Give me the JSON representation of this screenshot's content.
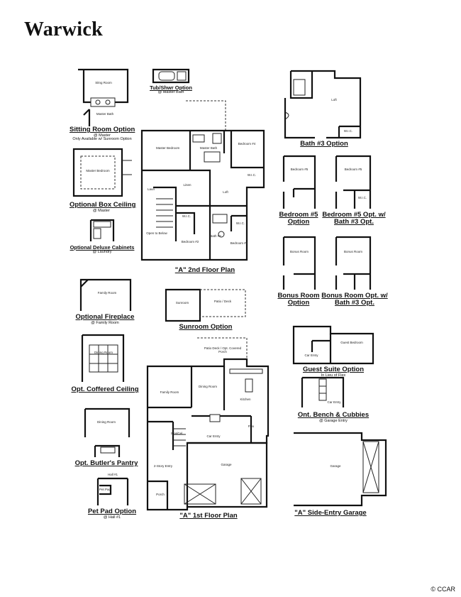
{
  "title": "Warwick",
  "copyright": "© CCAR",
  "options": [
    {
      "label": "Sitting Room Option",
      "sub": "@ Master"
    },
    {
      "label": "Tub/Shwr Option",
      "sub": "@ Master Bath"
    },
    {
      "label": "Bath #3 Option"
    },
    {
      "label": "Optional Box Ceiling",
      "sub": "@ Master"
    },
    {
      "label": "Optional Deluxe Cabinets",
      "sub": "@ Laundry"
    },
    {
      "label": "\"A\" 2nd Floor Plan"
    },
    {
      "label": "Bedroom #5 Option"
    },
    {
      "label": "Bedroom #5 Opt. w/ Bath #3 Opt."
    },
    {
      "label": "Bonus Room Option"
    },
    {
      "label": "Bonus Room Opt. w/ Bath #3 Opt."
    },
    {
      "label": "Optional Fireplace",
      "sub": "@ Family Room"
    },
    {
      "label": "Sunroom Option"
    },
    {
      "label": "Guest Suite Option",
      "sub": "In Lieu of Flex"
    },
    {
      "label": "Opt. Coffered Ceiling"
    },
    {
      "label": "Ont. Bench & Cubbies",
      "sub": "@ Garage Entry"
    },
    {
      "label": "Opt. Butler's Pantry"
    },
    {
      "label": "Pet Pad Option",
      "sub": "@ Hall #1"
    },
    {
      "label": "\"A\" 1st Floor Plan"
    },
    {
      "label": "\"A\" Side-Entry Garage"
    }
  ],
  "notes": {
    "sunroom_only": "Only Available w/ Sunroom Option"
  },
  "rooms": {
    "sitting_room": "Sitng Room",
    "master_bath": "Master Bath",
    "master_bedroom": "Master Bedroom",
    "bedroom4": "Bedroom #4",
    "loft": "Loft",
    "bedroom2": "Bedroom #2",
    "bedroom3": "Bedroom #3",
    "open_to_below": "Open to Below",
    "wic": "W.I.C.",
    "linen": "Linen",
    "laun": "Laun",
    "bath2": "Bath #2",
    "bedroom5": "Bedroom #5",
    "bonus_room": "Bonus Room",
    "family_room": "Family Room",
    "sunroom": "Sunroom",
    "patio_deck": "Patio / Deck",
    "patio_opt": "Patio Deck / Opt. Covered Porch",
    "dining_room": "Dining Room",
    "kitchen": "Kitchen",
    "flex": "Flex",
    "garage": "Garage",
    "porch": "Porch",
    "car_entry": "Car Entry",
    "guest_bedroom": "Guest Bedroom",
    "two_story_entry": "2-Story Entry",
    "hall1": "Hall #1",
    "pet_pad": "Pet Pad",
    "stor": "Stor/Cel"
  }
}
